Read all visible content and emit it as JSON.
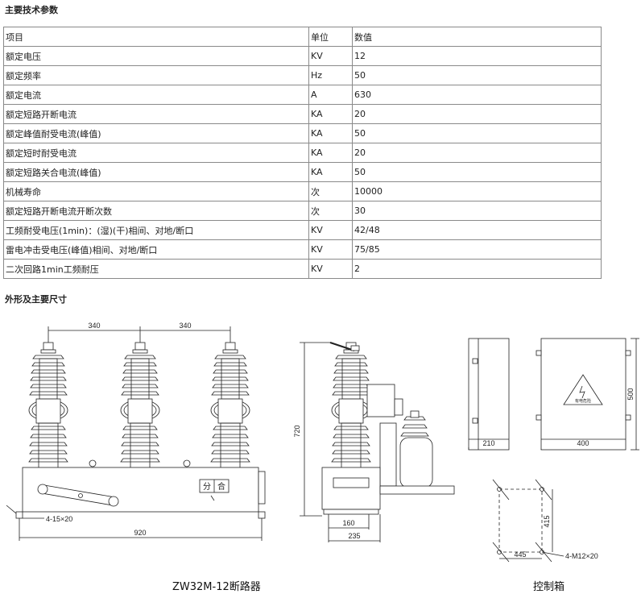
{
  "spec_section": {
    "heading": "主要技术参数",
    "header": [
      "项目",
      "单位",
      "数值"
    ],
    "rows": [
      [
        "额定电压",
        "KV",
        "12"
      ],
      [
        "额定频率",
        "Hz",
        "50"
      ],
      [
        "额定电流",
        "A",
        "630"
      ],
      [
        "额定短路开断电流",
        "KA",
        "20"
      ],
      [
        "额定峰值耐受电流(峰值)",
        "KA",
        "50"
      ],
      [
        "额定短时耐受电流",
        "KA",
        "20"
      ],
      [
        "额定短路关合电流(峰值)",
        "KA",
        "50"
      ],
      [
        "机械寿命",
        "次",
        "10000"
      ],
      [
        "额定短路开断电流开断次数",
        "次",
        "30"
      ],
      [
        "工频耐受电压(1min)：(湿)(干)相间、对地/断口",
        "KV",
        "42/48"
      ],
      [
        "雷电冲击受电压(峰值)相间、对地/断口",
        "KV",
        "75/85"
      ],
      [
        "二次回路1min工频耐压",
        "KV",
        "2"
      ]
    ]
  },
  "drawing_section": {
    "heading": "外形及主要尺寸",
    "front_view": {
      "pitch_1": "340",
      "pitch_2": "340",
      "width": "920",
      "holes": "4-15×20",
      "switch_label_open": "分",
      "switch_label_close": "合"
    },
    "side_view": {
      "height": "720",
      "dim_a": "160",
      "dim_b": "235"
    },
    "control_box": {
      "depth": "210",
      "width": "400",
      "height": "500",
      "mount_w": "445",
      "mount_h": "415",
      "mount_holes": "4-M12×20",
      "warning_text": "有电危险"
    },
    "caption_breaker": "ZW32M-12断路器",
    "caption_box": "控制箱"
  }
}
